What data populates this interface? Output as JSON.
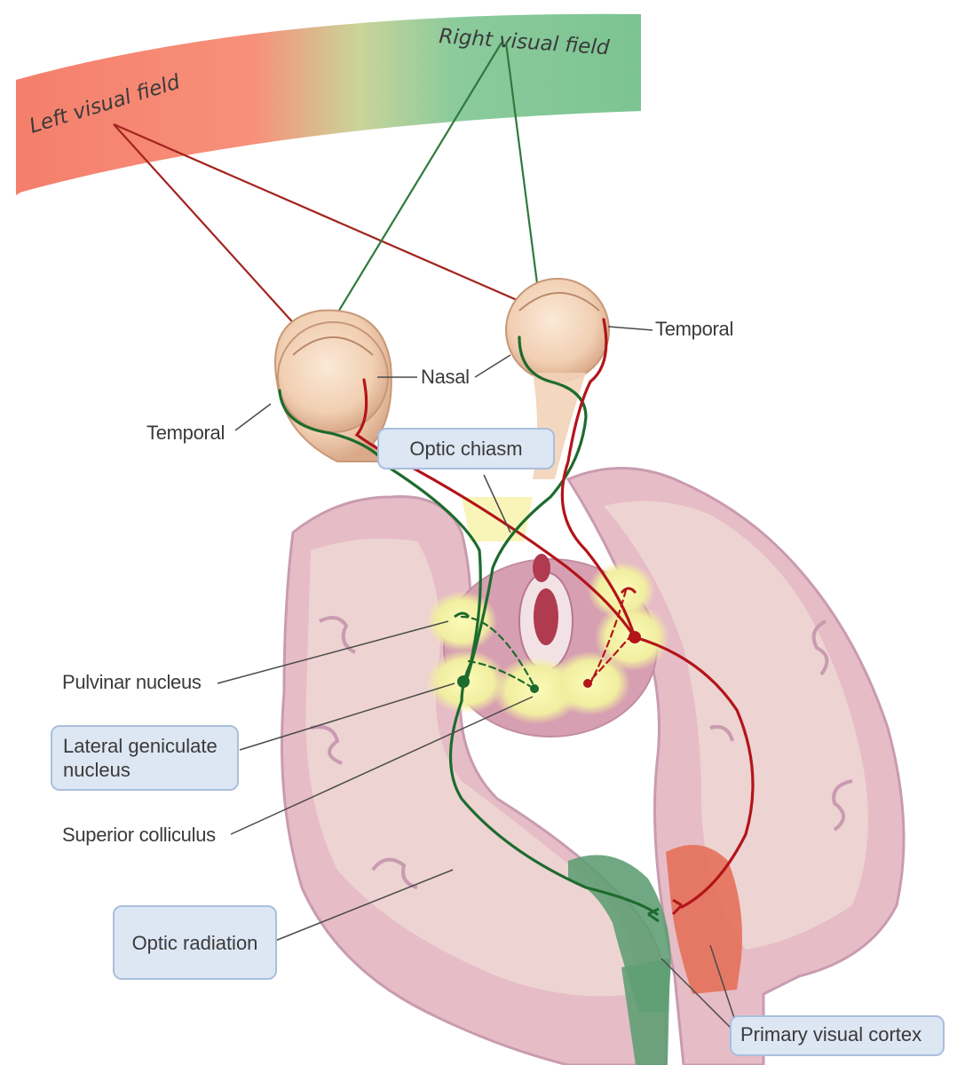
{
  "visual_field": {
    "left": "Left visual field",
    "right": "Right visual field"
  },
  "labels": {
    "temporal_right": "Temporal",
    "temporal_left": "Temporal",
    "nasal": "Nasal",
    "optic_chiasm": "Optic chiasm",
    "pulvinar_nucleus": "Pulvinar nucleus",
    "lateral_geniculate_line1": "Lateral geniculate",
    "lateral_geniculate_line2": "nucleus",
    "superior_colliculus": "Superior colliculus",
    "optic_radiation": "Optic radiation",
    "primary_visual_cortex": "Primary visual cortex"
  },
  "colors": {
    "left_field": "#f47f6b",
    "right_field": "#7cc492",
    "left_pathway": "#b3141a",
    "right_pathway": "#1e6b2e",
    "brain": "#e6bcc7",
    "brain_edge": "#c99bb0",
    "eye": "#f2d3b8",
    "label_box": "#dde6f3"
  }
}
